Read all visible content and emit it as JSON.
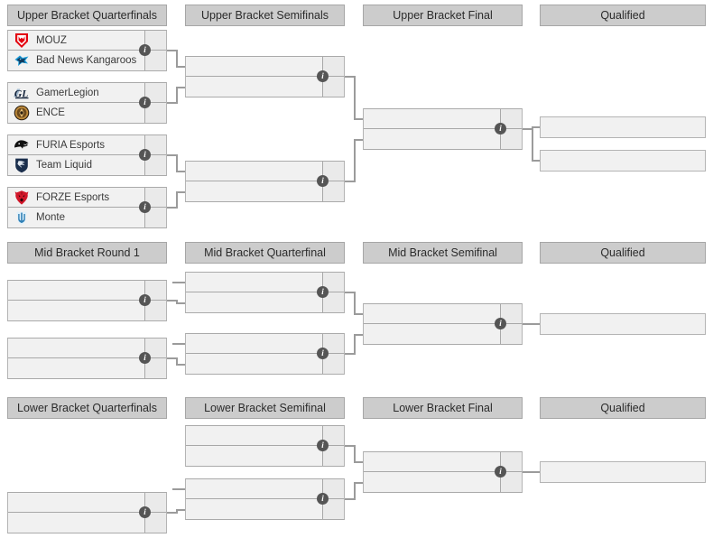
{
  "bracket": {
    "sections": [
      {
        "id": "upper",
        "headers": [
          "Upper Bracket Quarterfinals",
          "Upper Bracket Semifinals",
          "Upper Bracket Final",
          "Qualified"
        ],
        "matches": [
          {
            "id": "ubqf1",
            "teams": [
              {
                "name": "MOUZ",
                "logo": "mouz-logo",
                "score": ""
              },
              {
                "name": "Bad News Kangaroos",
                "logo": "bad-news-kangaroos-logo",
                "score": ""
              }
            ]
          },
          {
            "id": "ubqf2",
            "teams": [
              {
                "name": "GamerLegion",
                "logo": "gamerlegion-logo",
                "score": ""
              },
              {
                "name": "ENCE",
                "logo": "ence-logo",
                "score": ""
              }
            ]
          },
          {
            "id": "ubqf3",
            "teams": [
              {
                "name": "FURIA Esports",
                "logo": "furia-logo",
                "score": ""
              },
              {
                "name": "Team Liquid",
                "logo": "team-liquid-logo",
                "score": ""
              }
            ]
          },
          {
            "id": "ubqf4",
            "teams": [
              {
                "name": "FORZE Esports",
                "logo": "forze-logo",
                "score": ""
              },
              {
                "name": "Monte",
                "logo": "monte-logo",
                "score": ""
              }
            ]
          },
          {
            "id": "ubsf1",
            "teams": [
              {
                "name": "",
                "logo": "",
                "score": ""
              },
              {
                "name": "",
                "logo": "",
                "score": ""
              }
            ]
          },
          {
            "id": "ubsf2",
            "teams": [
              {
                "name": "",
                "logo": "",
                "score": ""
              },
              {
                "name": "",
                "logo": "",
                "score": ""
              }
            ]
          },
          {
            "id": "ubf1",
            "teams": [
              {
                "name": "",
                "logo": "",
                "score": ""
              },
              {
                "name": "",
                "logo": "",
                "score": ""
              }
            ]
          }
        ],
        "qualified": [
          {
            "name": ""
          },
          {
            "name": ""
          }
        ]
      },
      {
        "id": "mid",
        "headers": [
          "Mid Bracket Round 1",
          "Mid Bracket Quarterfinal",
          "Mid Bracket Semifinal",
          "Qualified"
        ],
        "matches": [
          {
            "id": "mbr1a",
            "teams": [
              {
                "name": "",
                "logo": "",
                "score": ""
              },
              {
                "name": "",
                "logo": "",
                "score": ""
              }
            ]
          },
          {
            "id": "mbr1b",
            "teams": [
              {
                "name": "",
                "logo": "",
                "score": ""
              },
              {
                "name": "",
                "logo": "",
                "score": ""
              }
            ]
          },
          {
            "id": "mbqf1",
            "teams": [
              {
                "name": "",
                "logo": "",
                "score": ""
              },
              {
                "name": "",
                "logo": "",
                "score": ""
              }
            ]
          },
          {
            "id": "mbqf2",
            "teams": [
              {
                "name": "",
                "logo": "",
                "score": ""
              },
              {
                "name": "",
                "logo": "",
                "score": ""
              }
            ]
          },
          {
            "id": "mbsf1",
            "teams": [
              {
                "name": "",
                "logo": "",
                "score": ""
              },
              {
                "name": "",
                "logo": "",
                "score": ""
              }
            ]
          }
        ],
        "qualified": [
          {
            "name": ""
          }
        ]
      },
      {
        "id": "lower",
        "headers": [
          "Lower Bracket Quarterfinals",
          "Lower Bracket Semifinal",
          "Lower Bracket Final",
          "Qualified"
        ],
        "matches": [
          {
            "id": "lbqf1",
            "teams": [
              {
                "name": "",
                "logo": "",
                "score": ""
              },
              {
                "name": "",
                "logo": "",
                "score": ""
              }
            ]
          },
          {
            "id": "lbsf1",
            "teams": [
              {
                "name": "",
                "logo": "",
                "score": ""
              },
              {
                "name": "",
                "logo": "",
                "score": ""
              }
            ]
          },
          {
            "id": "lbsf2",
            "teams": [
              {
                "name": "",
                "logo": "",
                "score": ""
              },
              {
                "name": "",
                "logo": "",
                "score": ""
              }
            ]
          },
          {
            "id": "lbf1",
            "teams": [
              {
                "name": "",
                "logo": "",
                "score": ""
              },
              {
                "name": "",
                "logo": "",
                "score": ""
              }
            ]
          }
        ],
        "qualified": [
          {
            "name": ""
          }
        ]
      }
    ],
    "info_icon_glyph": "i",
    "colors": {
      "header_bg": "#cccccc",
      "header_border": "#a6a6a6",
      "match_bg": "#f1f1f1",
      "match_border": "#b4b4b4",
      "score_bg": "#eaeaea",
      "connector": "#9b9b9b",
      "info_icon_bg": "#555555",
      "text": "#3a3a3a"
    }
  }
}
